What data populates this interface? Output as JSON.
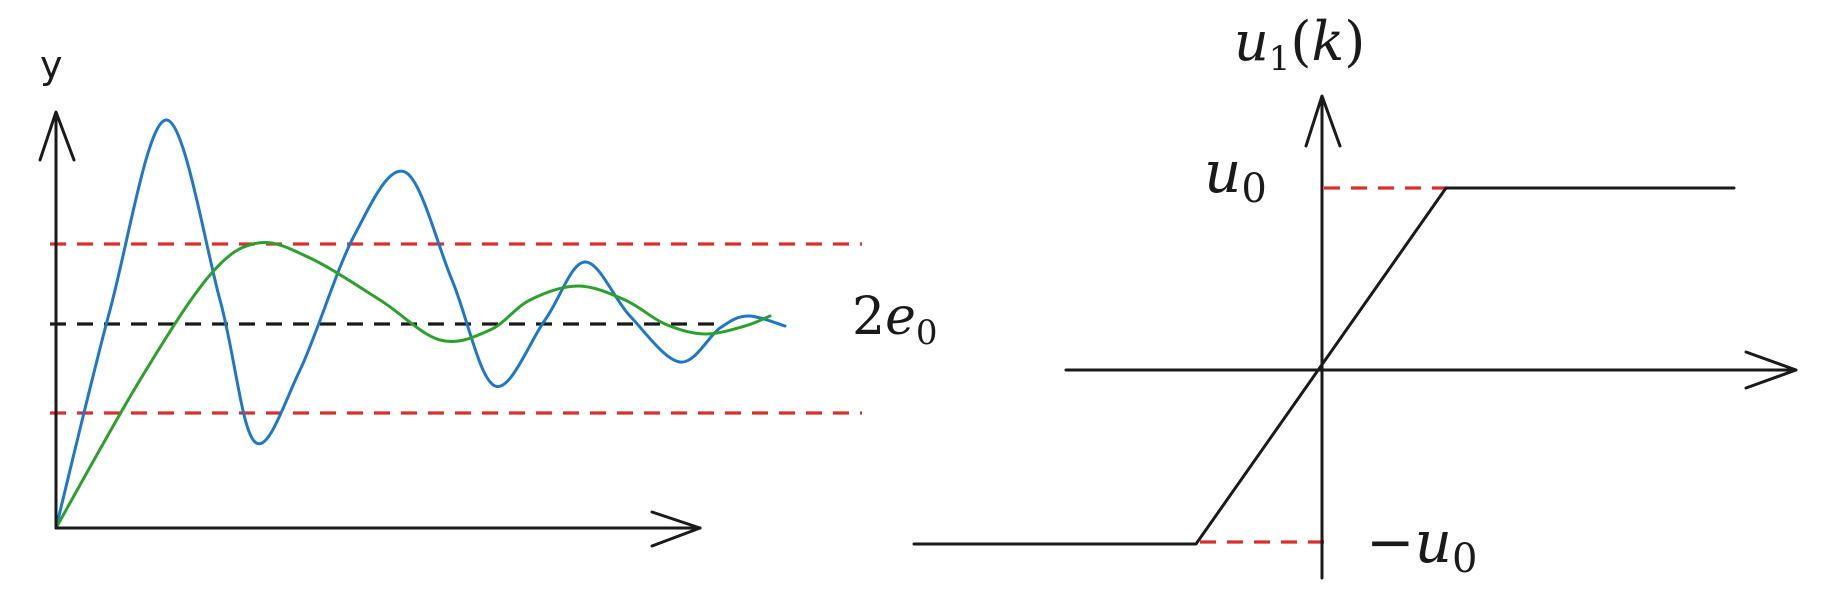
{
  "left_diagram": {
    "y_axis_label": "y",
    "level_label": {
      "coef": "2",
      "var": "e",
      "sub": "0"
    },
    "colors": {
      "oscillating_response": "#1f77c8",
      "damped_response": "#2ca02c",
      "tolerance_band": "#d9302c",
      "setpoint_line": "#1a1a1a"
    }
  },
  "right_diagram": {
    "y_axis_label": {
      "var": "u",
      "sub": "1",
      "open": "(",
      "arg": "k",
      "close": ")"
    },
    "upper_limit_label": {
      "var": "u",
      "sub": "0"
    },
    "lower_limit_label": {
      "sign": "−",
      "var": "u",
      "sub": "0"
    },
    "colors": {
      "saturation_curve": "#1a1a1a",
      "limit_guides": "#d9302c"
    }
  }
}
